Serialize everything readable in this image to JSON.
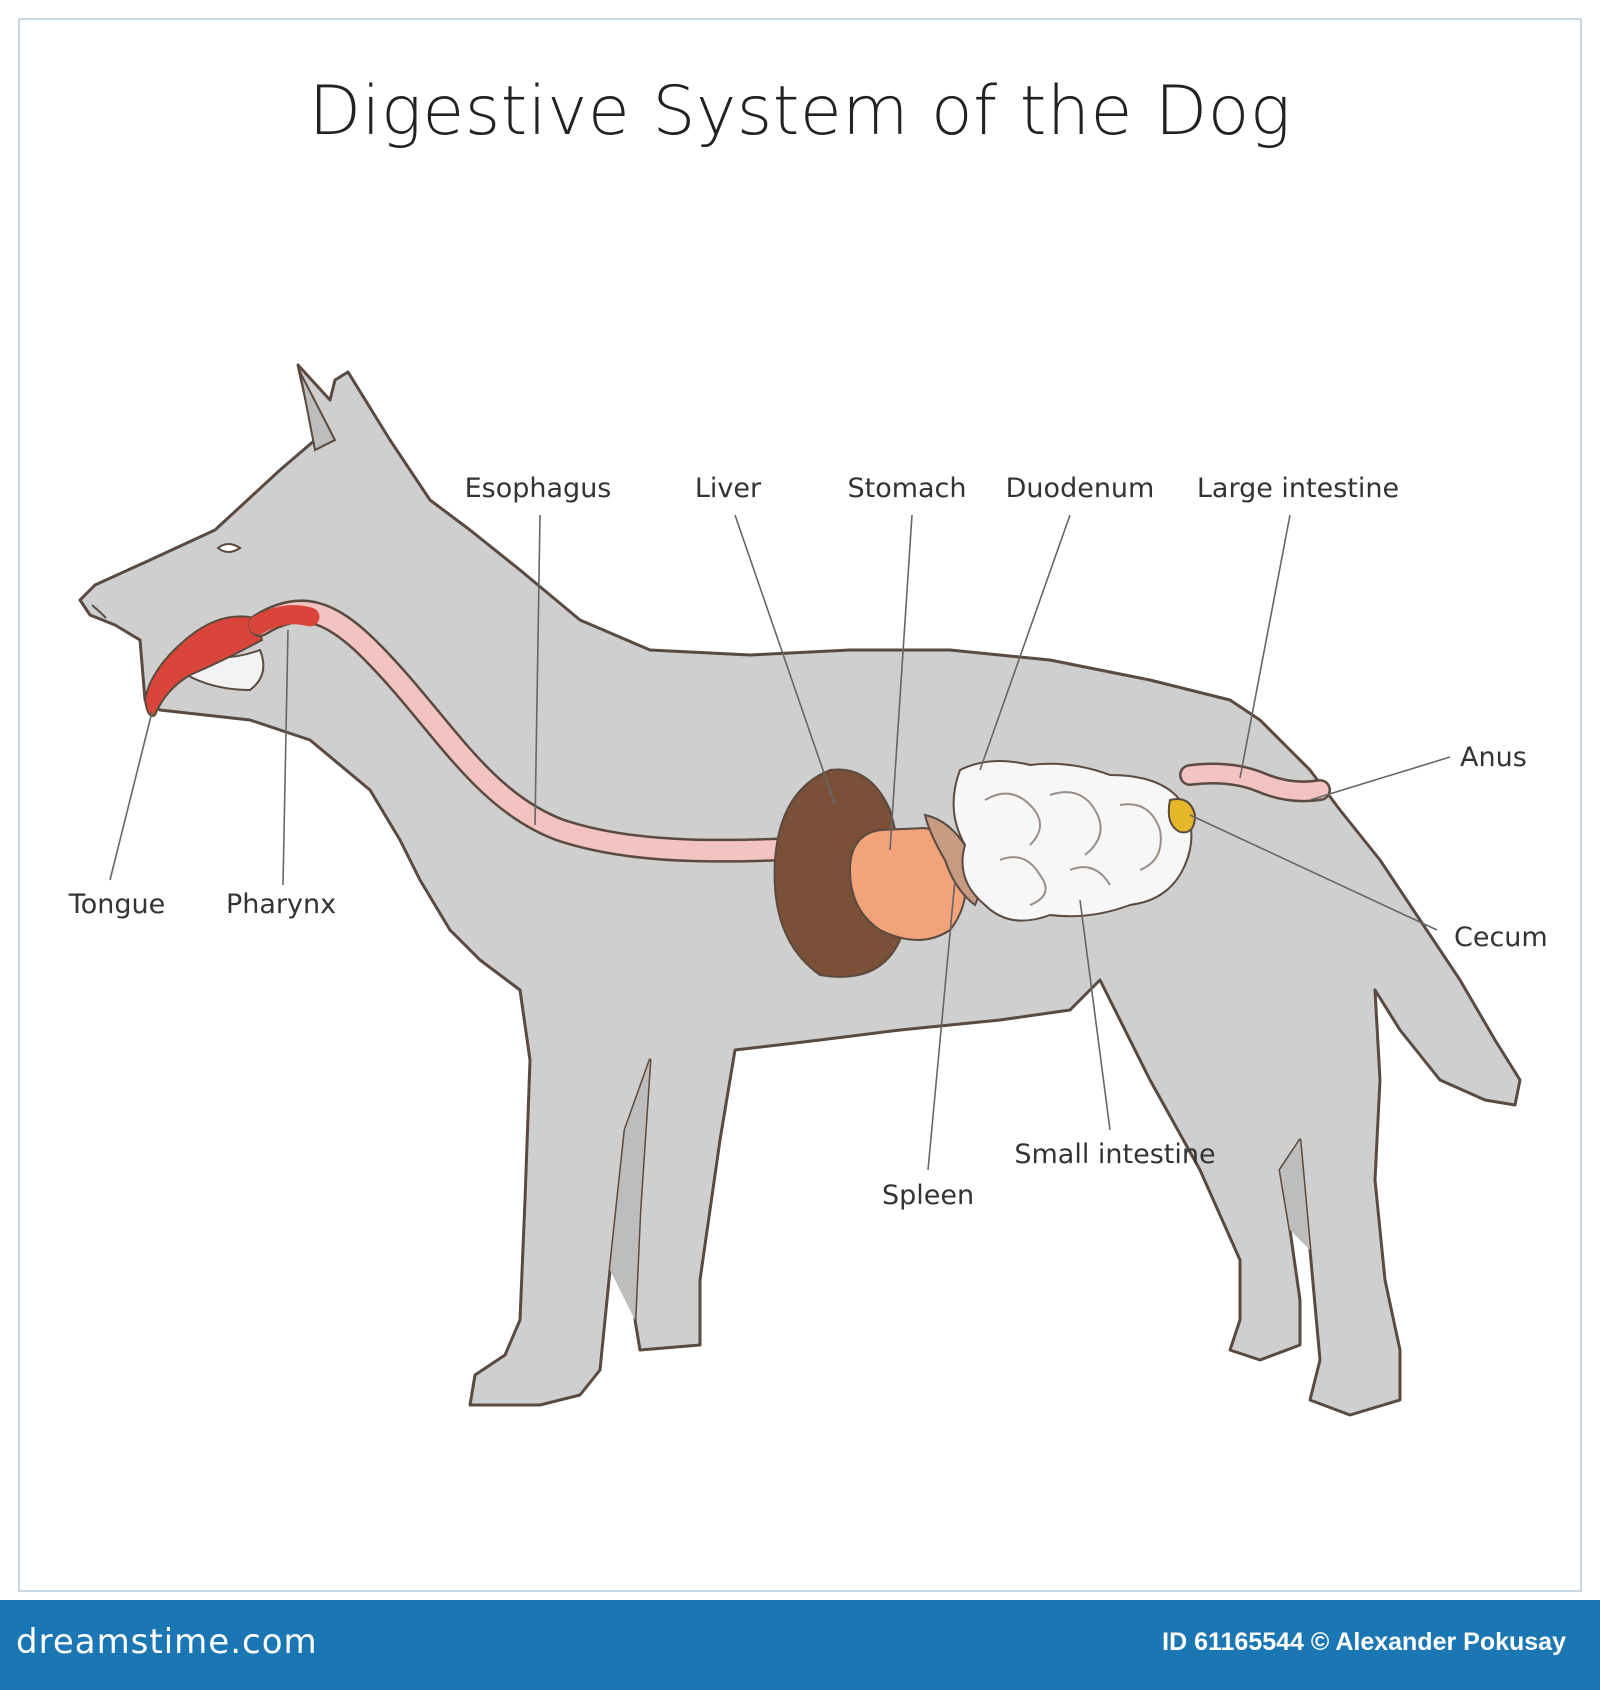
{
  "title": "Digestive System of the Dog",
  "labels": {
    "esophagus": "Esophagus",
    "liver": "Liver",
    "stomach": "Stomach",
    "duodenum": "Duodenum",
    "large_intestine": "Large intestine",
    "anus": "Anus",
    "cecum": "Cecum",
    "tongue": "Tongue",
    "pharynx": "Pharynx",
    "small_intestine": "Small intestine",
    "spleen": "Spleen"
  },
  "footer": {
    "brand": "dreamstime.com",
    "credit": "ID 61165544 © Alexander Pokusay"
  },
  "colors": {
    "body": "#cfcfcf",
    "outline": "#5a4a3f",
    "esophagus": "#f3c3c1",
    "liver": "#7a5138",
    "stomach": "#f2a37a",
    "spleen": "#c79a82",
    "intestine": "#f7f7f7",
    "cecum": "#e7b72a",
    "tongue": "#d9453a",
    "footer": "#1b76b4"
  }
}
